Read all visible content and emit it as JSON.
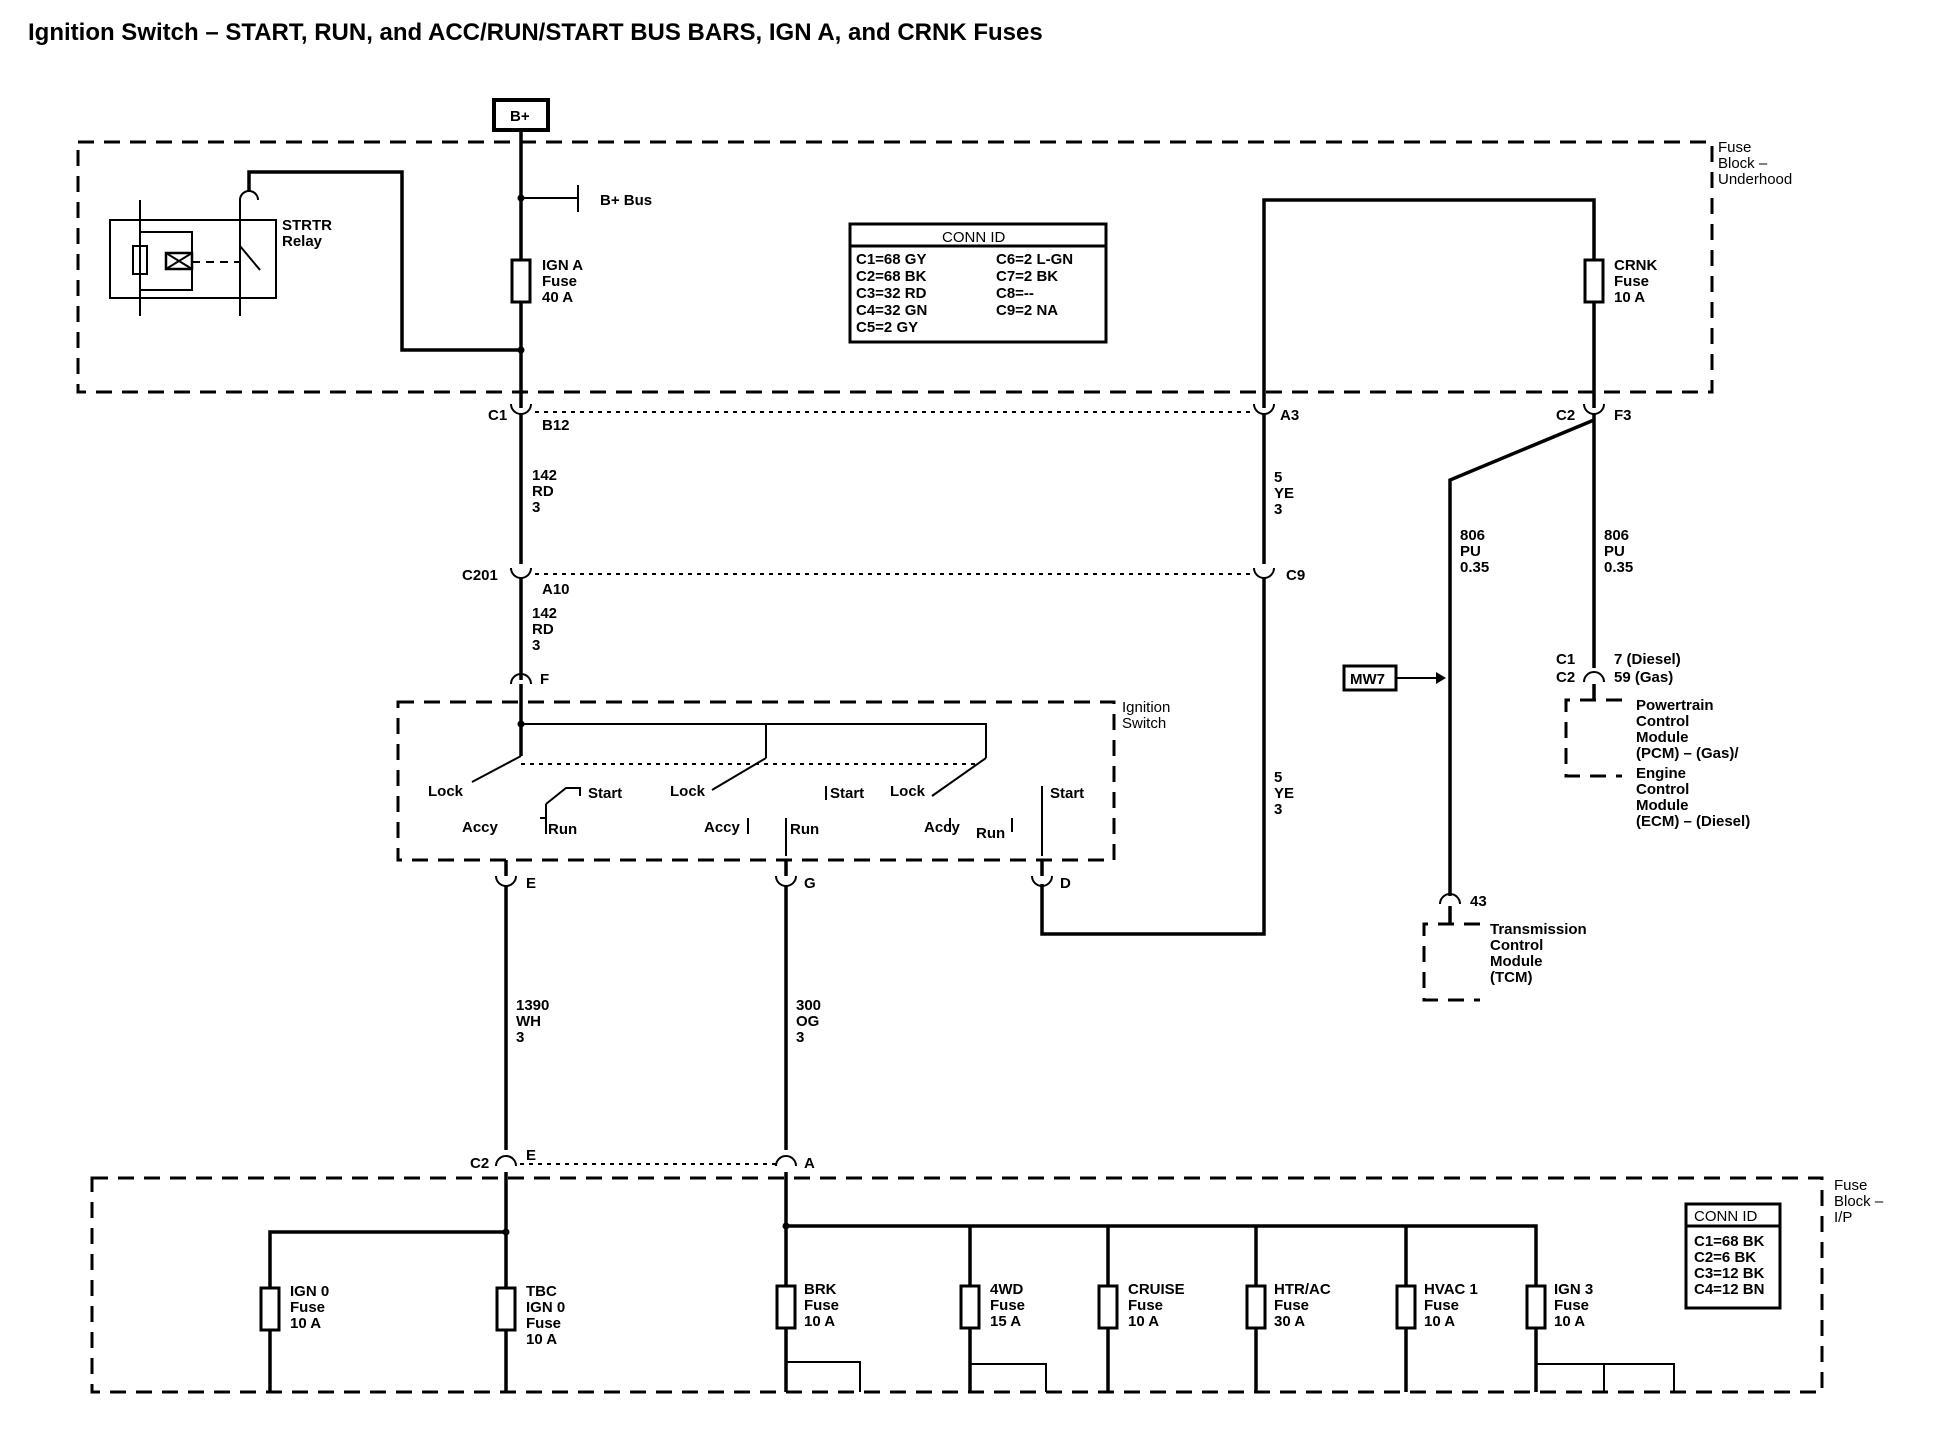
{
  "title": "Ignition Switch – START, RUN, and ACC/RUN/START BUS BARS, IGN A, and CRNK Fuses",
  "bplus": "B+",
  "bplus_bus": "B+ Bus",
  "mw7": "MW7",
  "fuse_block_underhood": [
    "Fuse",
    "Block –",
    "Underhood"
  ],
  "fuse_block_ip": [
    "Fuse",
    "Block –",
    "I/P"
  ],
  "starter_relay": [
    "STRTR",
    "Relay"
  ],
  "ign_a_fuse": [
    "IGN A",
    "Fuse",
    "40 A"
  ],
  "crnk_fuse": [
    "CRNK",
    "Fuse",
    "10 A"
  ],
  "conn_id_underhood": {
    "header": "CONN ID",
    "left": [
      "C1=68 GY",
      "C2=68 BK",
      "C3=32 RD",
      "C4=32 GN",
      "C5=2 GY"
    ],
    "right": [
      "C6=2 L-GN",
      "C7=2 BK",
      "C8=--",
      "C9=2 NA"
    ]
  },
  "conn_id_ip": {
    "header": "CONN ID",
    "rows": [
      "C1=68 BK",
      "C2=6 BK",
      "C3=12 BK",
      "C4=12 BN"
    ]
  },
  "connectors": {
    "c1": "C1",
    "b12": "B12",
    "a3": "A3",
    "c2_top": "C2",
    "f3": "F3",
    "c201": "C201",
    "a10": "A10",
    "c9": "C9",
    "f": "F",
    "e_sw": "E",
    "g_sw": "G",
    "d_sw": "D",
    "c2_ip": "C2",
    "e_ip": "E",
    "a_ip": "A",
    "tcm_pin": "43",
    "pcm_c1": "C1",
    "pcm_c2": "C2",
    "pcm_pin1": "7 (Diesel)",
    "pcm_pin2": "59 (Gas)"
  },
  "wires": {
    "w142_top": [
      "142",
      "RD",
      "3"
    ],
    "w142_mid": [
      "142",
      "RD",
      "3"
    ],
    "w5_top": [
      "5",
      "YE",
      "3"
    ],
    "w5_mid": [
      "5",
      "YE",
      "3"
    ],
    "w806_left": [
      "806",
      "PU",
      "0.35"
    ],
    "w806_right": [
      "806",
      "PU",
      "0.35"
    ],
    "w1390": [
      "1390",
      "WH",
      "3"
    ],
    "w300": [
      "300",
      "OG",
      "3"
    ]
  },
  "ignition_switch": {
    "name": [
      "Ignition",
      "Switch"
    ],
    "lock1": "Lock",
    "start1": "Start",
    "accy1": "Accy",
    "run1": "Run",
    "lock2": "Lock",
    "start2": "Start",
    "accy2": "Accy",
    "run2": "Run",
    "lock3": "Lock",
    "start3": "Start",
    "accy3": "Accy",
    "run3": "Run"
  },
  "pcm": [
    "Powertrain",
    "Control",
    "Module",
    "(PCM) – (Gas)/",
    "Engine",
    "Control",
    "Module",
    "(ECM) – (Diesel)"
  ],
  "tcm": [
    "Transmission",
    "Control",
    "Module",
    "(TCM)"
  ],
  "ip_fuses": [
    {
      "lines": [
        "IGN 0",
        "Fuse",
        "10 A"
      ]
    },
    {
      "lines": [
        "TBC",
        "IGN 0",
        "Fuse",
        "10 A"
      ]
    },
    {
      "lines": [
        "BRK",
        "Fuse",
        "10 A"
      ]
    },
    {
      "lines": [
        "4WD",
        "Fuse",
        "15 A"
      ]
    },
    {
      "lines": [
        "CRUISE",
        "Fuse",
        "10 A"
      ]
    },
    {
      "lines": [
        "HTR/AC",
        "Fuse",
        "30 A"
      ]
    },
    {
      "lines": [
        "HVAC 1",
        "Fuse",
        "10 A"
      ]
    },
    {
      "lines": [
        "IGN 3",
        "Fuse",
        "10 A"
      ]
    }
  ]
}
